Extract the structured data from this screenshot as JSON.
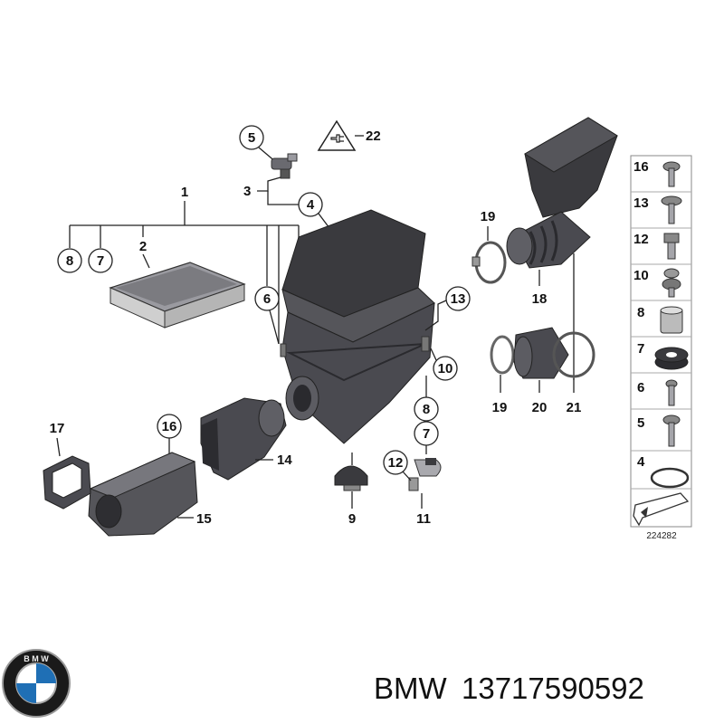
{
  "callouts": {
    "c1": "1",
    "c2": "2",
    "c3": "3",
    "c4": "4",
    "c5": "5",
    "c6": "6",
    "c7": "7",
    "c8": "8",
    "c9": "9",
    "c10": "10",
    "c11": "11",
    "c12": "12",
    "c13": "13",
    "c14": "14",
    "c15": "15",
    "c16": "16",
    "c17": "17",
    "c18": "18",
    "c19": "19",
    "c20": "20",
    "c21": "21",
    "c22": "22",
    "c4b": "4",
    "c5b": "5",
    "c6b": "6",
    "c7b": "7",
    "c8b": "8",
    "c12b": "12",
    "c13b": "13",
    "c16b": "16",
    "c19b": "19",
    "c7c": "7",
    "c8c": "8"
  },
  "side_panel": {
    "items": [
      "16",
      "13",
      "12",
      "10",
      "8",
      "7",
      "6",
      "5",
      "4"
    ],
    "diagram_number": "224282"
  },
  "footer": {
    "brand": "BMW",
    "part_number": "13717590592"
  },
  "colors": {
    "part_dark": "#3a3a3e",
    "part_mid": "#5a5a60",
    "part_light": "#8a8a90",
    "line": "#222222"
  }
}
